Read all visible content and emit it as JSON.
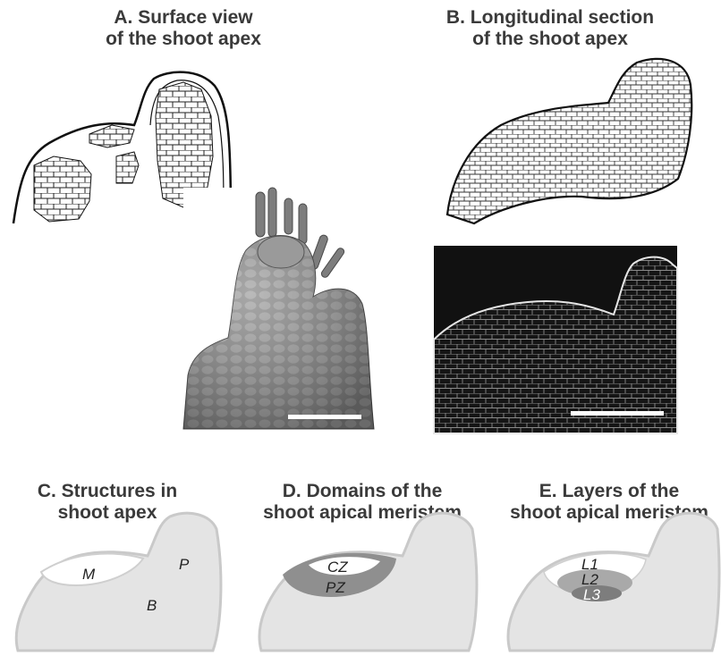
{
  "panels": {
    "a": {
      "title_line1": "A. Surface view",
      "title_line2": "of the shoot apex"
    },
    "b": {
      "title_line1": "B. Longitudinal section",
      "title_line2": "of the shoot apex"
    },
    "c": {
      "title_line1": "C. Structures in",
      "title_line2": "shoot apex",
      "labels": {
        "meristem": "M",
        "primordium": "P",
        "boundary": "B"
      }
    },
    "d": {
      "title_line1": "D. Domains of the",
      "title_line2": "shoot apical meristem",
      "labels": {
        "central_zone": "CZ",
        "peripheral_zone": "PZ"
      }
    },
    "e": {
      "title_line1": "E. Layers of the",
      "title_line2": "shoot apical meristem",
      "labels": {
        "layer1": "L1",
        "layer2": "L2",
        "layer3": "L3"
      }
    }
  },
  "colors": {
    "tissue_fill": "#e4e4e4",
    "tissue_outline": "#c9c9c9",
    "zone_dark": "#8f8f8f",
    "zone_mid": "#a9a9a9",
    "zone_darker": "#7d7d7d",
    "sem_background": "#ffffff",
    "confocal_background": "#111111",
    "scale_bar": "#ffffff"
  }
}
